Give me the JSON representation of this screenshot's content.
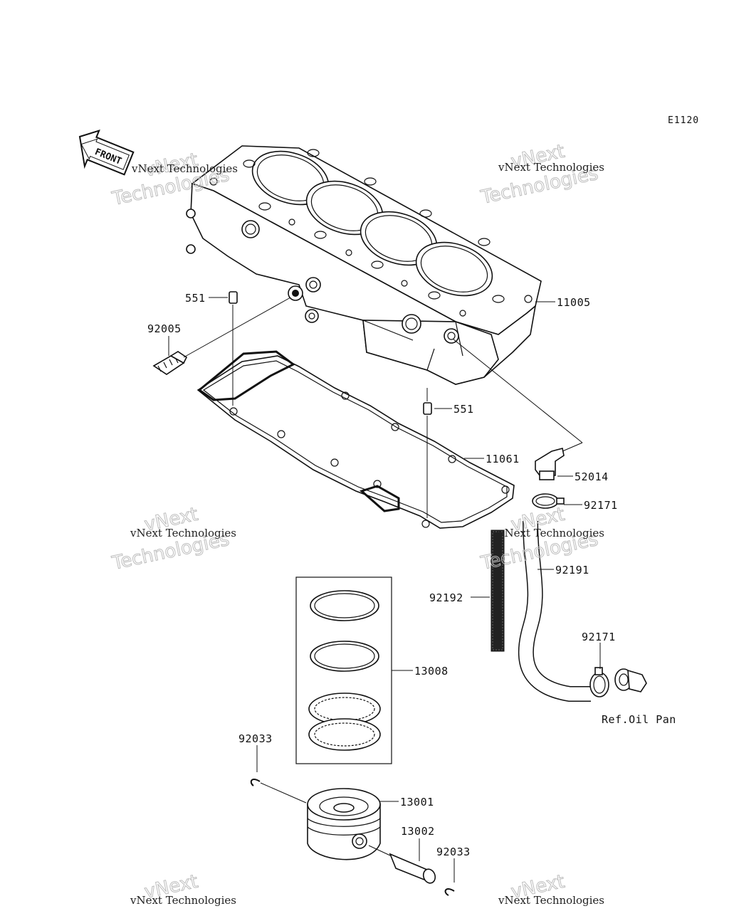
{
  "diagram_code": "E1120",
  "front_arrow": "FRONT",
  "watermarks": [
    "vNext Technologies",
    "vNext Technologies",
    "vNext Technologies",
    "vNext Technologies",
    "vNext Technologies",
    "vNext Technologies"
  ],
  "watermark_big": [
    "vNext",
    "Technologies"
  ],
  "callouts": {
    "p11005": "11005",
    "p551a": "551",
    "p92005": "92005",
    "p551b": "551",
    "p11061": "11061",
    "p52014": "52014",
    "p92171a": "92171",
    "p92191": "92191",
    "p92192": "92192",
    "p13008": "13008",
    "p92171b": "92171",
    "p92033a": "92033",
    "p13001": "13001",
    "p13002": "13002",
    "p92033b": "92033"
  },
  "reference_note": "Ref.Oil Pan"
}
